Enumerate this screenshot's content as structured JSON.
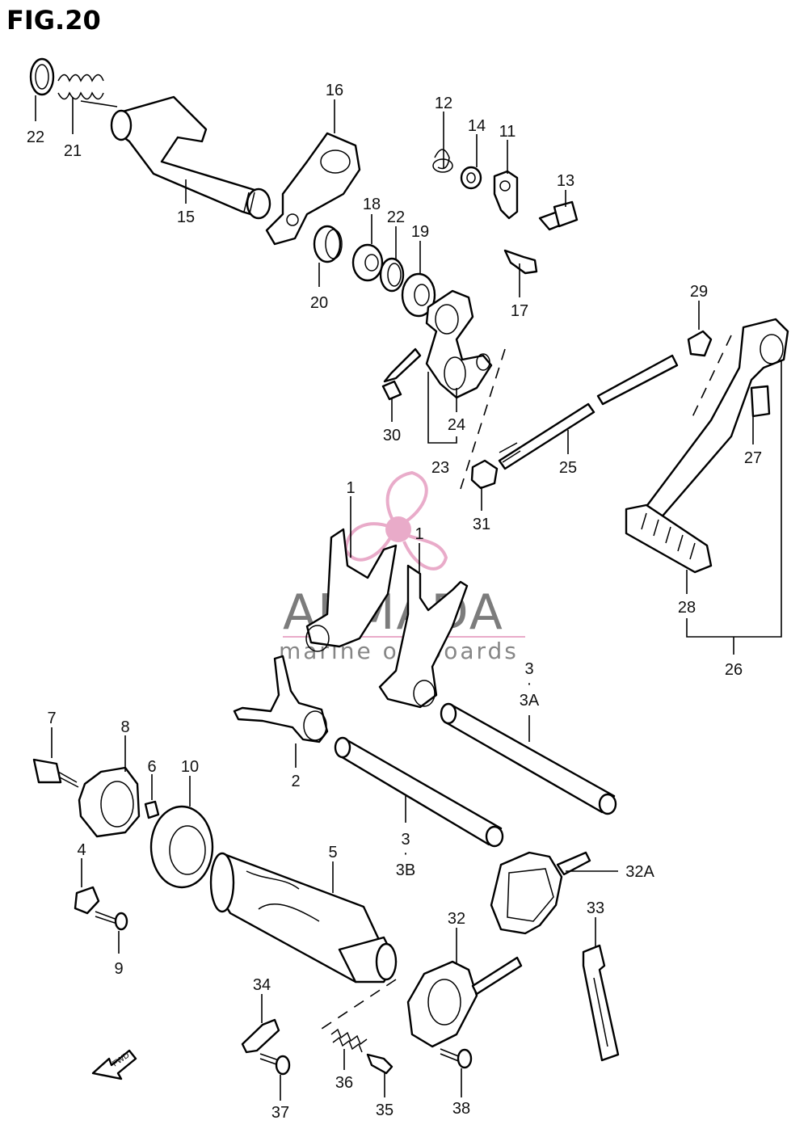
{
  "figure_title": "FIG.20",
  "watermark": {
    "brand": "ARMADA",
    "tagline": "marine outboards",
    "logo_color": "#e7a3c4",
    "text_color": "#6e6e6e"
  },
  "direction_indicator": "FWD",
  "callouts": {
    "c1a": "1",
    "c1b": "1",
    "c2": "2",
    "c3a": "3",
    "c3a_dot": "·",
    "c3a_alt": "3A",
    "c3b": "3",
    "c3b_dot": "·",
    "c3b_alt": "3B",
    "c4": "4",
    "c5": "5",
    "c6": "6",
    "c7": "7",
    "c8": "8",
    "c9": "9",
    "c10": "10",
    "c11": "11",
    "c12": "12",
    "c13": "13",
    "c14": "14",
    "c15": "15",
    "c16": "16",
    "c17": "17",
    "c18": "18",
    "c19": "19",
    "c20": "20",
    "c21": "21",
    "c22a": "22",
    "c22b": "22",
    "c23": "23",
    "c24": "24",
    "c25": "25",
    "c26": "26",
    "c27": "27",
    "c28": "28",
    "c29": "29",
    "c30": "30",
    "c31": "31",
    "c32": "32",
    "c32a": "32A",
    "c33": "33",
    "c34": "34",
    "c35": "35",
    "c36": "36",
    "c37": "37",
    "c38": "38"
  }
}
